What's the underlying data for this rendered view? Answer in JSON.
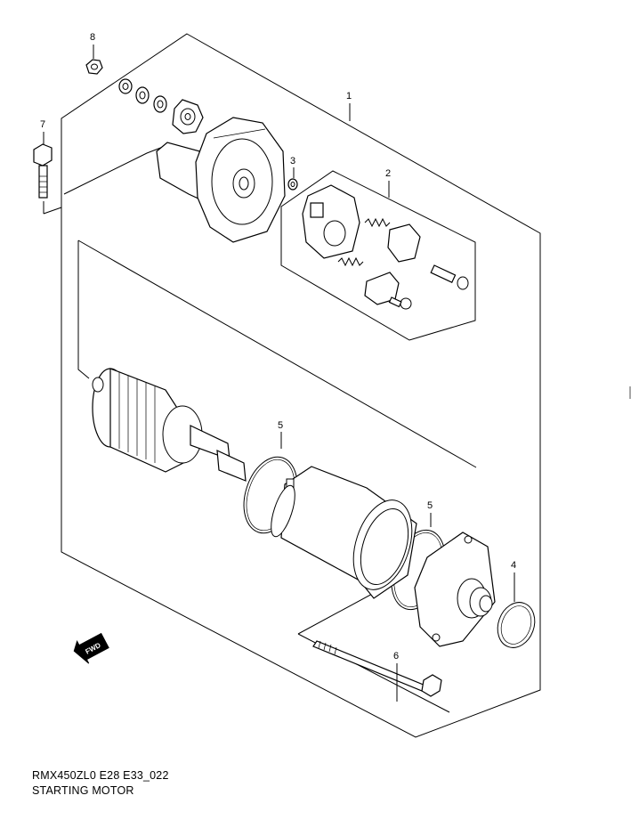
{
  "callouts": [
    {
      "id": "1",
      "text": "1"
    },
    {
      "id": "2",
      "text": "2"
    },
    {
      "id": "3",
      "text": "3"
    },
    {
      "id": "4",
      "text": "4"
    },
    {
      "id": "5a",
      "text": "5"
    },
    {
      "id": "5b",
      "text": "5"
    },
    {
      "id": "6",
      "text": "6"
    },
    {
      "id": "7",
      "text": "7"
    },
    {
      "id": "8",
      "text": "8"
    }
  ],
  "fwd_label": "FWD",
  "caption": {
    "code": "RMX450ZL0 E28 E33_022",
    "title": "STARTING MOTOR"
  }
}
